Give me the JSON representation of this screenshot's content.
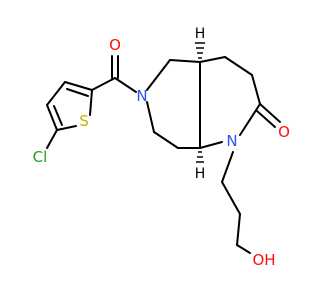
{
  "colors": {
    "background": "#ffffff",
    "bond": "#000000",
    "oxygen": "#ff0d0d",
    "nitrogen": "#3050f8",
    "sulfur": "#c6b300",
    "chlorine": "#1fa01f"
  },
  "atoms": {
    "o_carbonyl_top": "O",
    "n_piperidine": "N",
    "s_thiophene": "S",
    "cl": "Cl",
    "h_upper": "H",
    "h_lower": "H",
    "n_lactam": "N",
    "o_lactam": "O",
    "oh": "OH"
  }
}
